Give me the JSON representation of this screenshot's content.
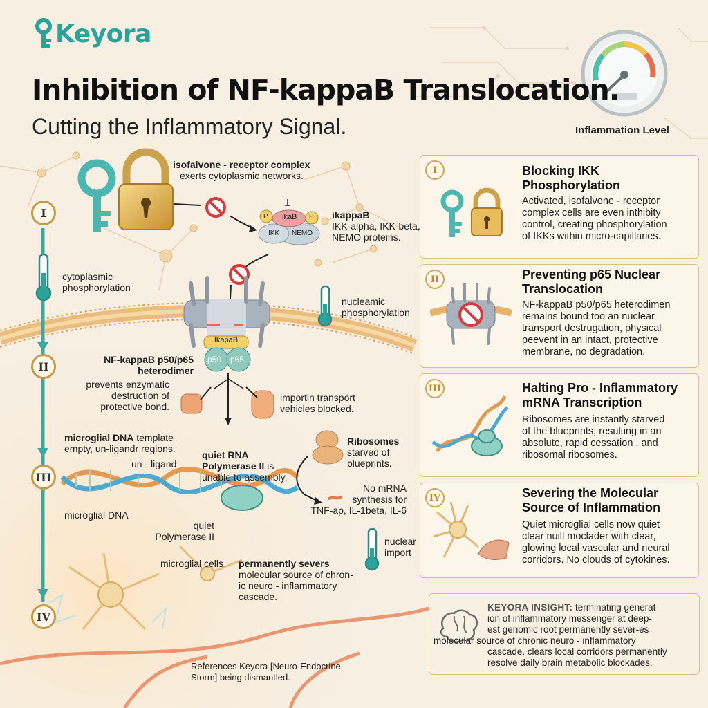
{
  "brand": {
    "name": "Keyora"
  },
  "header": {
    "title": "Inhibition of NF-kappaB Translocation.",
    "subtitle": "Cutting the Inflammatory Signal.",
    "gauge_label": "Inflammation Level"
  },
  "stages": [
    "I",
    "II",
    "III",
    "IV"
  ],
  "diagram": {
    "receptor_title": "isofalvone - receptor complex",
    "receptor_desc": "exerts cytoplasmic networks.",
    "ikappab_title": "ikappaB",
    "ikappab_desc": [
      "IKK-alpha, IKK-beta,",
      "NEMO proteins."
    ],
    "cyto_phos": [
      "cytoplasmic",
      "phosphorylation"
    ],
    "nuclea_phos": [
      "nucleamic",
      "phosphorylation"
    ],
    "heterodimer_title": [
      "NF-kappaB p50/p65",
      "heterodimer"
    ],
    "heterodimer_desc": [
      "prevents enzymatic",
      "destruction of",
      "protective bond."
    ],
    "importin": [
      "importin transport",
      "vehicles blocked."
    ],
    "dna_title": "microglial DNA",
    "dna_desc": [
      " template",
      "empty, un-ligandr regions."
    ],
    "un_ligand": "un - ligand",
    "dna_label": "microglial DNA",
    "rna_pol": [
      "quiet RNA",
      "Polymerase II",
      " is",
      "unable to assembly."
    ],
    "quiet_pol": [
      "quiet",
      "Polymerase II"
    ],
    "ribosomes_title": "Ribosomes",
    "ribosomes_desc": [
      "starved of",
      "blueprints."
    ],
    "no_mrna": [
      "No mRNA",
      "synthesis for",
      "TNF-ap, IL-1beta, IL-6"
    ],
    "nuclear_import": [
      "nuclear",
      "import"
    ],
    "microglial_cells": "microglial cells",
    "severs_title": "permanently severs",
    "severs_desc": [
      "molecular source of chron-",
      "ic neuro - inflammatory",
      "cascade."
    ],
    "references": [
      "References Keyora [Neuro-Endocrine",
      "Storm] being dismantled."
    ],
    "complex_labels": {
      "p": "P",
      "ikab": "ikaB",
      "ikk": "IKK",
      "nemo": "NEMO",
      "ikappab_nuc": "IkapaB",
      "p50": "p50",
      "p65": "p65"
    }
  },
  "panels": [
    {
      "badge": "I",
      "title": [
        "Blocking IKK",
        "Phosphorylation"
      ],
      "body": [
        "Activated,  isofalvone - receptor",
        "complex cells are even inthibity",
        "control, creating phosphorylation",
        "of IKKs within micro-capillaries."
      ]
    },
    {
      "badge": "II",
      "title": [
        "Preventing p65 Nuclear",
        "Translocation"
      ],
      "body": [
        "NF-kappaB p50/p65 heterodimen",
        "remains bound too an nuclear",
        "transport destrugation, physical",
        "peevent in an intact, protective",
        "membrane, no degradation."
      ]
    },
    {
      "badge": "III",
      "title": [
        "Halting Pro - Inflammatory",
        "mRNA Transcription"
      ],
      "body": [
        "Ribosomes are instantly starved",
        "of the blueprints, resulting in an",
        "absolute, rapid cessation , and",
        "ribosomal ribosomes."
      ]
    },
    {
      "badge": "IV",
      "title": [
        "Severing the Molecular",
        "Source of Inflammation"
      ],
      "body": [
        "Quiet microglial cells now quiet",
        "clear nuill moclader with clear,",
        "glowing local vascular and neural",
        "corridors. No clouds of cytokines."
      ]
    }
  ],
  "insight": {
    "label": "KEYORA INSIGHT:",
    "lines": [
      " terminating generat-",
      "ion of inflammatory messenger at deep-",
      "est genomic root permanently sever-es",
      "molecular source of chronic neuro - inflammatory",
      "cascade. clears local corridors permanentiy",
      "resolve daily brain metabolic blockades."
    ]
  },
  "colors": {
    "teal": "#2aa39a",
    "gold": "#d4a94c",
    "membrane": "#e8b46d",
    "red": "#d93a3a"
  }
}
